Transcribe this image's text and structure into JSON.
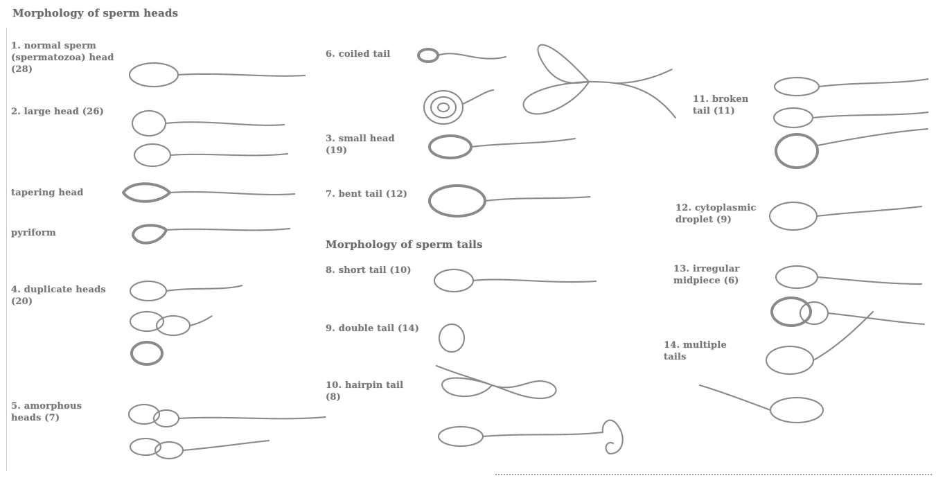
{
  "headings": {
    "top": "Morphology of sperm heads",
    "middle": "Morphology of sperm tails"
  },
  "labels": {
    "normal": "1. normal sperm (spermatozoa) head (28)",
    "large": "2. large head (26)",
    "small": "3. small head (19)",
    "tapering": "tapering head",
    "pyriform": "pyriform",
    "duplicate_heads": "4. duplicate heads (20)",
    "amorphous": "5. amorphous heads (7)",
    "coiled": "6. coiled tail",
    "bent": "7. bent tail (12)",
    "short": "8. short tail (10)",
    "double": "9. double tail (14)",
    "hairpin": "10. hairpin tail (8)",
    "broken": "11. broken tail (11)",
    "cytoplasmic": "12. cytoplasmic droplet (9)",
    "irregular": "13. irregular midpiece (6)",
    "multiple": "14. multiple tails"
  },
  "icons": [
    "sperm-cell-icon"
  ]
}
